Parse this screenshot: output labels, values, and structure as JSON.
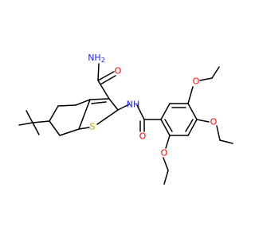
{
  "structure": {
    "atoms": {
      "NH2": {
        "text": "NH",
        "sub": "2",
        "color": "#2020ff"
      },
      "O_amide": {
        "text": "O",
        "color": "#ff0000"
      },
      "NH": {
        "text": "NH",
        "color": "#2020ff"
      },
      "S": {
        "text": "S",
        "color": "#b5a500"
      },
      "O_benzamide": {
        "text": "O",
        "color": "#ff0000"
      },
      "O_ethoxy_top": {
        "text": "O",
        "color": "#ff0000"
      },
      "O_ethoxy_mid": {
        "text": "O",
        "color": "#ff0000"
      },
      "O_ethoxy_bottom": {
        "text": "O",
        "color": "#ff0000"
      }
    },
    "bond_color": "#000000",
    "background": "#ffffff"
  }
}
